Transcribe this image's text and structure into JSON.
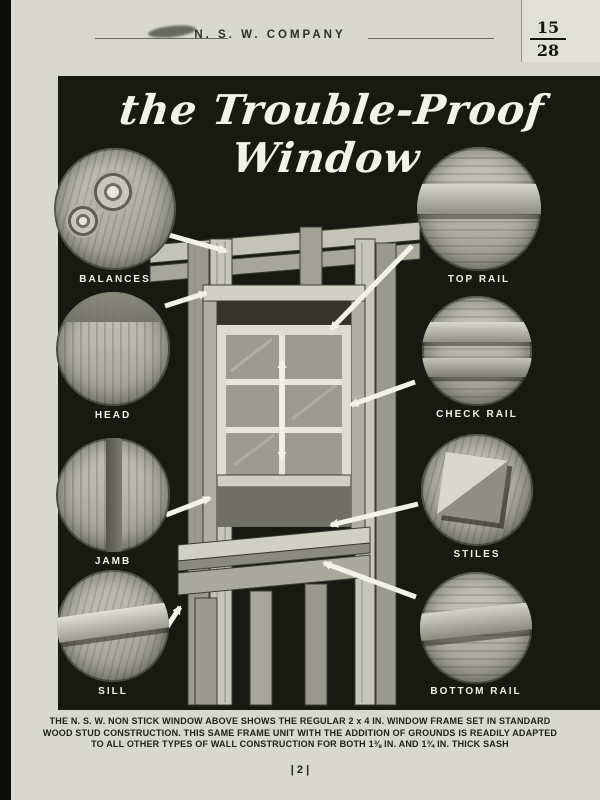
{
  "header": {
    "company": "N. S. W. COMPANY",
    "page_number": "15",
    "total_pages": "28"
  },
  "title": "the Trouble-Proof Window",
  "callouts": {
    "left": [
      {
        "label": "BALANCES"
      },
      {
        "label": "HEAD"
      },
      {
        "label": "JAMB"
      },
      {
        "label": "SILL"
      }
    ],
    "right": [
      {
        "label": "TOP RAIL"
      },
      {
        "label": "CHECK RAIL"
      },
      {
        "label": "STILES"
      },
      {
        "label": "BOTTOM RAIL"
      }
    ]
  },
  "caption": {
    "line1": "THE N. S. W. NON STICK WINDOW ABOVE SHOWS THE REGULAR 2 x 4 IN. WINDOW FRAME SET IN STANDARD",
    "line2": "WOOD STUD CONSTRUCTION.  THIS SAME FRAME UNIT WITH THE ADDITION OF GROUNDS IS READILY ADAPTED",
    "line3": "TO ALL OTHER TYPES OF WALL CONSTRUCTION FOR BOTH 1⅜ IN. AND 1¾ IN. THICK SASH"
  },
  "footer": {
    "page_mark": "| 2 |"
  },
  "colors": {
    "paper": "#d8d8d0",
    "panel": "#191914",
    "arrow_white": "#f2f2ea"
  }
}
